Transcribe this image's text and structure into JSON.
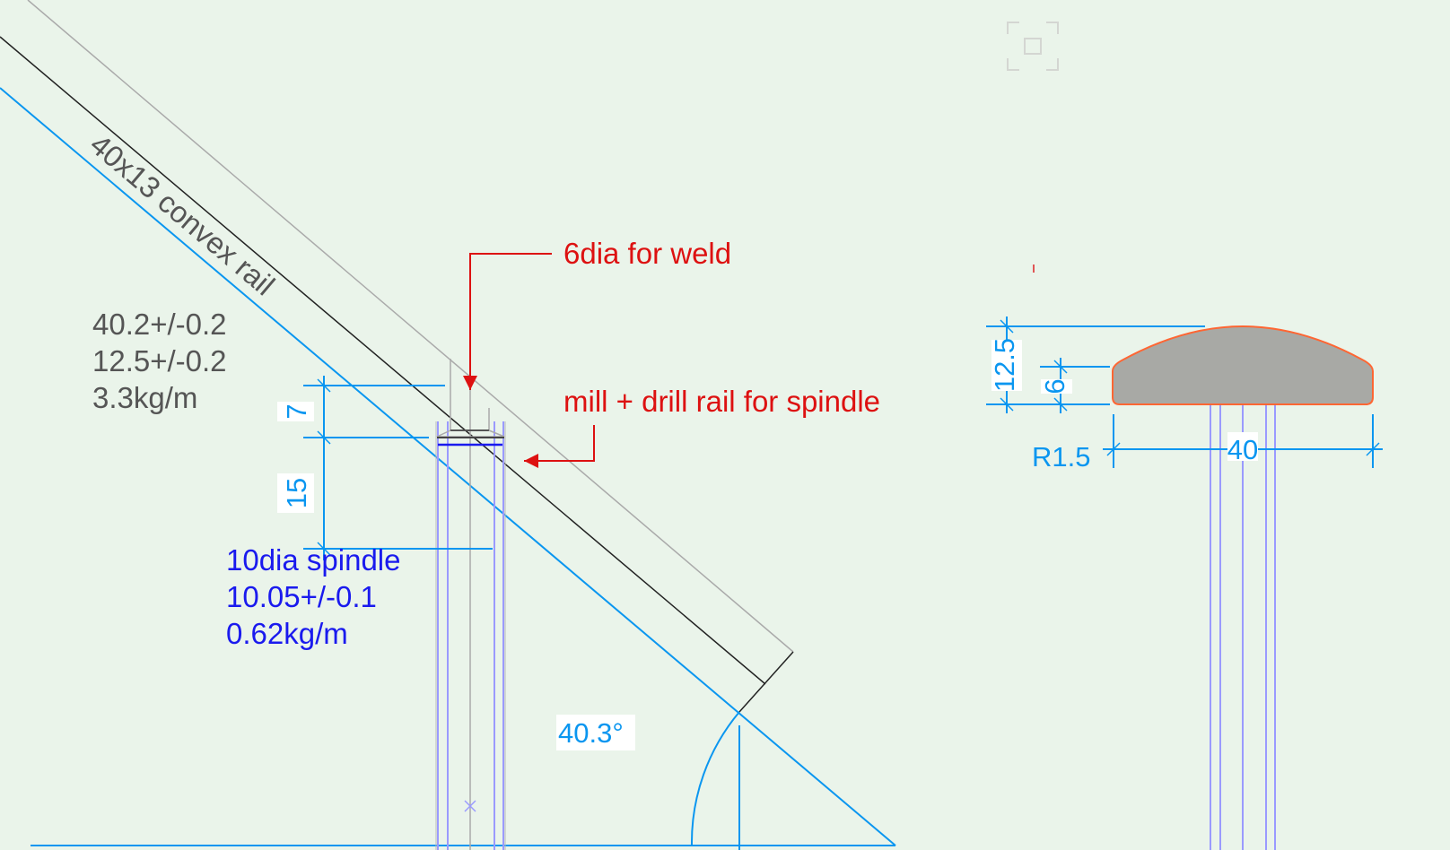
{
  "rail_view": {
    "rail_label": "40x13 convex rail",
    "rail_specs": [
      "40.2+/-0.2",
      "12.5+/-0.2",
      "3.3kg/m"
    ],
    "spindle_specs": [
      "10dia spindle",
      "10.05+/-0.1",
      "0.62kg/m"
    ],
    "callout_weld": "6dia for weld",
    "callout_mill": "mill + drill rail for spindle",
    "dim_7": "7",
    "dim_15": "15",
    "angle": "40.3°"
  },
  "section_view": {
    "dim_height": "12.5",
    "dim_side": "6",
    "radius": "R1.5",
    "dim_width": "40"
  },
  "colors": {
    "background": "#eaf4ea",
    "dimension": "#0a96f0",
    "callout": "#dd1111",
    "spindle_text": "#1a1aee",
    "profile_fill": "#a8a9a5",
    "profile_outline": "#ff6633"
  }
}
